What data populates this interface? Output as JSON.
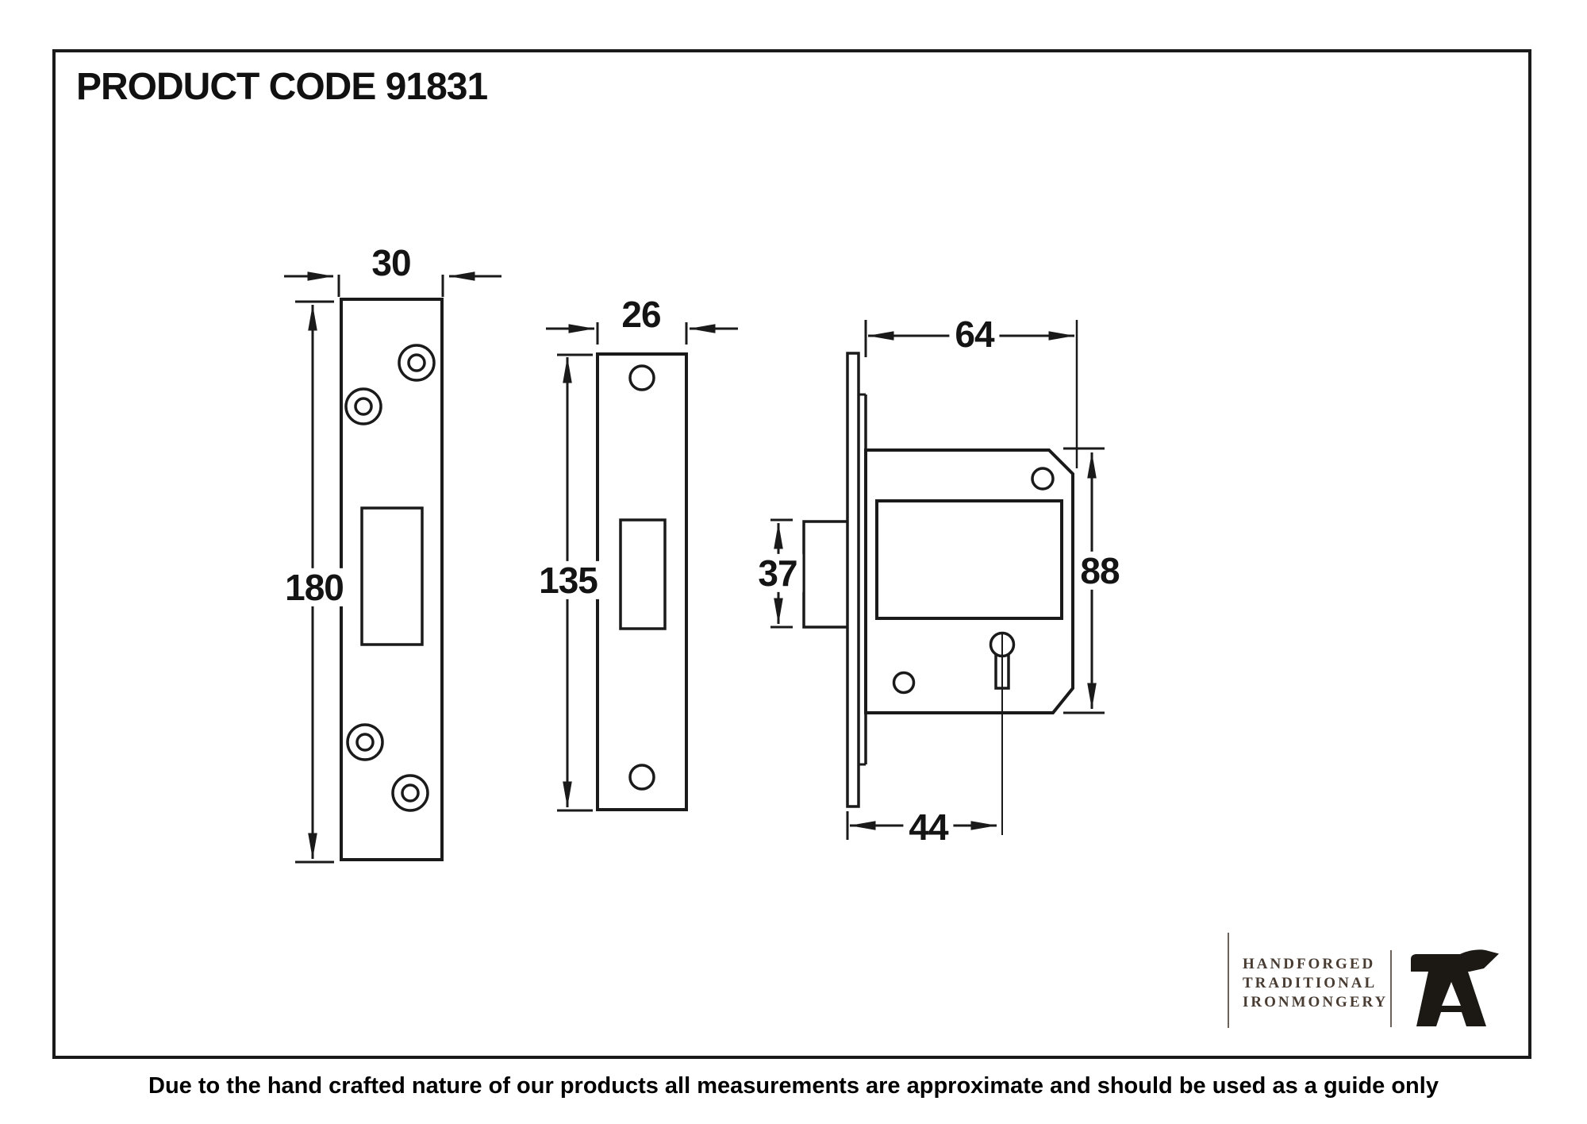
{
  "title": "PRODUCT CODE 91831",
  "dimensions": {
    "forend": {
      "width": "30",
      "height": "180"
    },
    "strike": {
      "width": "26",
      "height": "135"
    },
    "case": {
      "width": "64",
      "height": "88",
      "follower": "37",
      "backset": "44"
    }
  },
  "logo": {
    "line1": "HANDFORGED",
    "line2": "TRADITIONAL",
    "line3": "IRONMONGERY"
  },
  "disclaimer": "Due to the hand crafted nature of our products all measurements are approximate and should be used as a guide only",
  "colors": {
    "line": "#1a1a1a",
    "background": "#ffffff",
    "logo_text": "#493c33"
  }
}
